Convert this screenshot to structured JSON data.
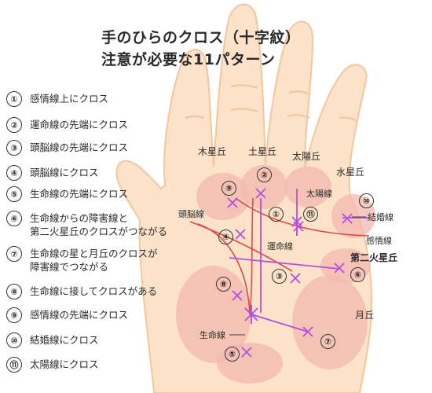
{
  "title": {
    "line1": "手のひらのクロス（十字紋）",
    "line2": "注意が必要な11パターン"
  },
  "legend": [
    {
      "num": "①",
      "text": "感情線上にクロス"
    },
    {
      "num": "②",
      "text": "運命線の先端にクロス"
    },
    {
      "num": "③",
      "text": "頭脳線の先端にクロス"
    },
    {
      "num": "④",
      "text": "頭脳線にクロス"
    },
    {
      "num": "⑤",
      "text": "生命線の先端にクロス"
    },
    {
      "num": "⑥",
      "text": "生命線からの障害線と",
      "text2": "第二火星丘のクロスがつながる"
    },
    {
      "num": "⑦",
      "text": "生命線の星と月丘のクロスが",
      "text2": "障害線でつながる"
    },
    {
      "num": "⑧",
      "text": "生命線に接してクロスがある"
    },
    {
      "num": "⑨",
      "text": "感情線の先端にクロス"
    },
    {
      "num": "⑩",
      "text": "結婚線にクロス"
    },
    {
      "num": "⑪",
      "text": "太陽線にクロス"
    }
  ],
  "palm_labels": {
    "mount_saturn_left": "木星丘",
    "mount_saturn": "土星丘",
    "mount_sun": "太陽丘",
    "mount_mercury": "水星丘",
    "sun_line": "太陽線",
    "marriage_line": "結婚線",
    "heart_line": "感情線",
    "head_line": "頭脳線",
    "fate_line": "運命線",
    "second_mars": "第二火星丘",
    "moon_mount": "月丘",
    "life_line": "生命線"
  },
  "palm_numbers": [
    "①",
    "②",
    "③",
    "④",
    "⑤",
    "⑥",
    "⑦",
    "⑧",
    "⑨",
    "⑩",
    "⑪"
  ],
  "colors": {
    "skin": "#fbe2c8",
    "skin_edge": "#f4c9a3",
    "mount": "#f3b8b0",
    "line_red": "#e0484a",
    "cross_purple": "#b24ee0",
    "text": "#2a2a2a"
  }
}
